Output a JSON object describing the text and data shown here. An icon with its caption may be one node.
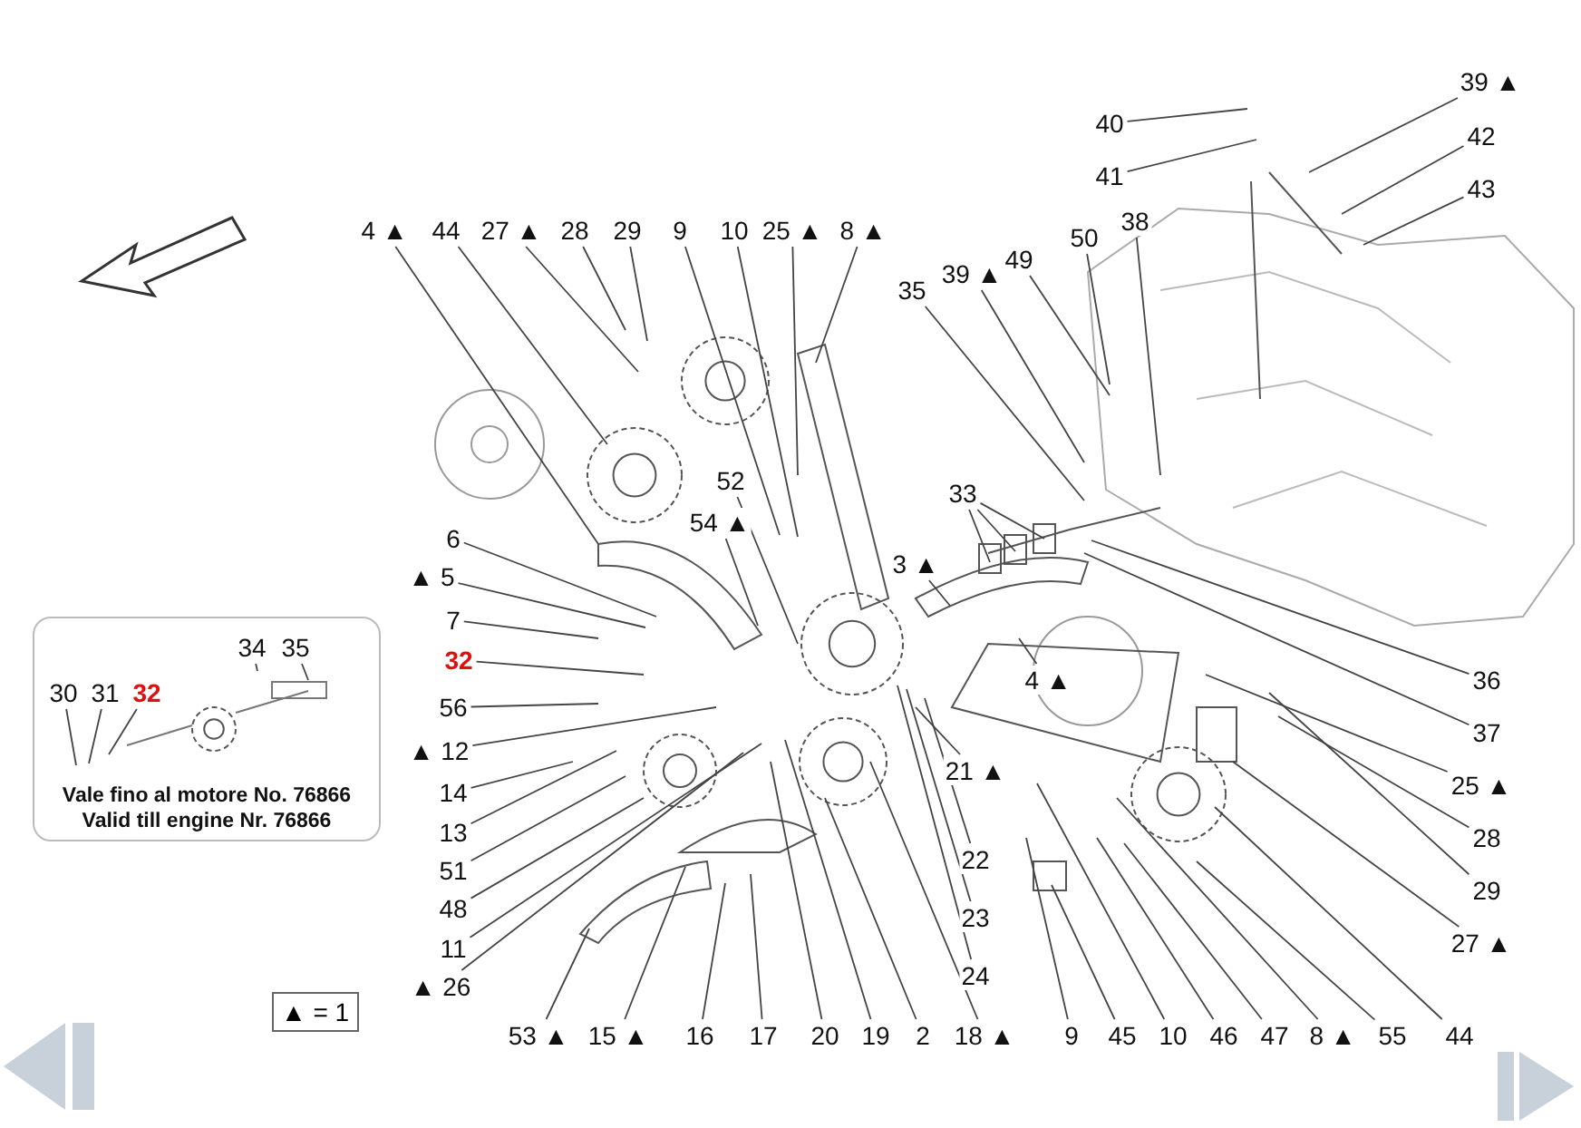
{
  "diagram": {
    "nodes": [
      {
        "text": [
          "39 ▲"
        ]
      },
      {
        "text": [
          "40"
        ]
      },
      {
        "text": [
          "42"
        ]
      },
      {
        "text": [
          "41"
        ]
      },
      {
        "text": [
          "43"
        ]
      },
      {
        "text": [
          "4 ▲"
        ]
      },
      {
        "text": [
          "44"
        ]
      },
      {
        "text": [
          "27 ▲"
        ]
      },
      {
        "text": [
          "28"
        ]
      },
      {
        "text": [
          "29"
        ]
      },
      {
        "text": [
          "9"
        ]
      },
      {
        "text": [
          "10"
        ]
      },
      {
        "text": [
          "25 ▲"
        ]
      },
      {
        "text": [
          "8 ▲"
        ]
      },
      {
        "text": [
          "38"
        ]
      },
      {
        "text": [
          "50"
        ]
      },
      {
        "text": [
          "39 ▲"
        ]
      },
      {
        "text": [
          "49"
        ]
      },
      {
        "text": [
          "35"
        ]
      },
      {
        "text": [
          "52"
        ]
      },
      {
        "text": [
          "33"
        ]
      },
      {
        "text": [
          "54 ▲"
        ]
      },
      {
        "text": [
          "6"
        ]
      },
      {
        "text": [
          "3 ▲"
        ]
      },
      {
        "text": [
          "▲ 5"
        ]
      },
      {
        "text": [
          "Vale fino al motore No. 76866",
          "Valid till engine Nr. 76866"
        ]
      },
      {
        "text": [
          "34"
        ],
        "in": 25
      },
      {
        "text": [
          "35"
        ],
        "in": 25
      },
      {
        "text": [
          "30"
        ],
        "in": 25
      },
      {
        "text": [
          "31"
        ],
        "in": 25
      },
      {
        "text": [
          "32"
        ],
        "in": 25
      },
      {
        "text": [
          "7"
        ]
      },
      {
        "text": [
          "32"
        ]
      },
      {
        "text": [
          "36"
        ]
      },
      {
        "text": [
          "4 ▲"
        ]
      },
      {
        "text": [
          "56"
        ]
      },
      {
        "text": [
          "37"
        ]
      },
      {
        "text": [
          "▲ 12"
        ]
      },
      {
        "text": [
          "21 ▲"
        ]
      },
      {
        "text": [
          "25 ▲"
        ]
      },
      {
        "text": [
          "14"
        ]
      },
      {
        "text": [
          "13"
        ]
      },
      {
        "text": [
          "28"
        ]
      },
      {
        "text": [
          "22"
        ]
      },
      {
        "text": [
          "51"
        ]
      },
      {
        "text": [
          "29"
        ]
      },
      {
        "text": [
          "48"
        ]
      },
      {
        "text": [
          "23"
        ]
      },
      {
        "text": [
          "27 ▲"
        ]
      },
      {
        "text": [
          "11"
        ]
      },
      {
        "text": [
          "24"
        ]
      },
      {
        "text": [
          "▲ 26"
        ]
      },
      {
        "text": [
          "53 ▲"
        ]
      },
      {
        "text": [
          "15 ▲"
        ]
      },
      {
        "text": [
          "16"
        ]
      },
      {
        "text": [
          "17"
        ]
      },
      {
        "text": [
          "20"
        ]
      },
      {
        "text": [
          "19"
        ]
      },
      {
        "text": [
          "2"
        ]
      },
      {
        "text": [
          "18 ▲"
        ]
      },
      {
        "text": [
          "9"
        ]
      },
      {
        "text": [
          "45"
        ]
      },
      {
        "text": [
          "10"
        ]
      },
      {
        "text": [
          "46"
        ]
      },
      {
        "text": [
          "47"
        ]
      },
      {
        "text": [
          "8 ▲"
        ]
      },
      {
        "text": [
          "55"
        ]
      },
      {
        "text": [
          "44"
        ]
      }
    ],
    "edges": [
      {
        "from": 0,
        "to": null,
        "arrow": "none"
      },
      {
        "from": 1,
        "to": null,
        "arrow": "none"
      },
      {
        "from": 2,
        "to": null,
        "arrow": "none"
      },
      {
        "from": 3,
        "to": null,
        "arrow": "none"
      },
      {
        "from": 4,
        "to": null,
        "arrow": "none"
      },
      {
        "from": 5,
        "to": null,
        "arrow": "none"
      },
      {
        "from": 6,
        "to": null,
        "arrow": "none"
      },
      {
        "from": 7,
        "to": null,
        "arrow": "none"
      },
      {
        "from": 8,
        "to": null,
        "arrow": "none"
      },
      {
        "from": 9,
        "to": null,
        "arrow": "none"
      },
      {
        "from": 10,
        "to": null,
        "arrow": "none"
      },
      {
        "from": 11,
        "to": null,
        "arrow": "none"
      },
      {
        "from": 12,
        "to": null,
        "arrow": "none"
      },
      {
        "from": 13,
        "to": null,
        "arrow": "none"
      },
      {
        "from": 14,
        "to": null,
        "arrow": "none"
      },
      {
        "from": 15,
        "to": null,
        "arrow": "none"
      },
      {
        "from": 16,
        "to": null,
        "arrow": "none"
      },
      {
        "from": 17,
        "to": null,
        "arrow": "none"
      },
      {
        "from": 18,
        "to": null,
        "arrow": "none"
      },
      {
        "from": 19,
        "to": null,
        "arrow": "none"
      },
      {
        "from": 20,
        "to": null,
        "arrow": "none"
      },
      {
        "from": 20,
        "to": null,
        "arrow": "none"
      },
      {
        "from": 20,
        "to": null,
        "arrow": "none"
      },
      {
        "from": 21,
        "to": null,
        "arrow": "none"
      },
      {
        "from": 22,
        "to": null,
        "arrow": "none"
      },
      {
        "from": 23,
        "to": null,
        "arrow": "none"
      },
      {
        "from": 24,
        "to": null,
        "arrow": "none"
      },
      {
        "from": 26,
        "to": null,
        "arrow": "none"
      },
      {
        "from": 27,
        "to": null,
        "arrow": "none"
      },
      {
        "from": 28,
        "to": null,
        "arrow": "none"
      },
      {
        "from": 29,
        "to": null,
        "arrow": "none"
      },
      {
        "from": 30,
        "to": null,
        "arrow": "none"
      },
      {
        "from": 31,
        "to": null,
        "arrow": "none"
      },
      {
        "from": 32,
        "to": null,
        "arrow": "none"
      },
      {
        "from": 33,
        "to": null,
        "arrow": "none"
      },
      {
        "from": 34,
        "to": null,
        "arrow": "none"
      },
      {
        "from": 35,
        "to": null,
        "arrow": "none"
      },
      {
        "from": 36,
        "to": null,
        "arrow": "none"
      },
      {
        "from": 37,
        "to": null,
        "arrow": "none"
      },
      {
        "from": 38,
        "to": null,
        "arrow": "none"
      },
      {
        "from": 39,
        "to": null,
        "arrow": "none"
      },
      {
        "from": 40,
        "to": null,
        "arrow": "none"
      },
      {
        "from": 41,
        "to": null,
        "arrow": "none"
      },
      {
        "from": 42,
        "to": null,
        "arrow": "none"
      },
      {
        "from": 43,
        "to": null,
        "arrow": "none"
      },
      {
        "from": 44,
        "to": null,
        "arrow": "none"
      },
      {
        "from": 45,
        "to": null,
        "arrow": "none"
      },
      {
        "from": 46,
        "to": null,
        "arrow": "none"
      },
      {
        "from": 47,
        "to": null,
        "arrow": "none"
      },
      {
        "from": 48,
        "to": null,
        "arrow": "none"
      },
      {
        "from": 49,
        "to": null,
        "arrow": "none"
      },
      {
        "from": 50,
        "to": null,
        "arrow": "none"
      },
      {
        "from": 51,
        "to": null,
        "arrow": "none"
      },
      {
        "from": 52,
        "to": null,
        "arrow": "none"
      },
      {
        "from": 53,
        "to": null,
        "arrow": "none"
      },
      {
        "from": 54,
        "to": null,
        "arrow": "none"
      },
      {
        "from": 55,
        "to": null,
        "arrow": "none"
      },
      {
        "from": 56,
        "to": null,
        "arrow": "none"
      },
      {
        "from": 57,
        "to": null,
        "arrow": "none"
      },
      {
        "from": 58,
        "to": null,
        "arrow": "none"
      },
      {
        "from": 59,
        "to": null,
        "arrow": "none"
      },
      {
        "from": 60,
        "to": null,
        "arrow": "none"
      },
      {
        "from": 61,
        "to": null,
        "arrow": "none"
      },
      {
        "from": 62,
        "to": null,
        "arrow": "none"
      },
      {
        "from": 63,
        "to": null,
        "arrow": "none"
      },
      {
        "from": 64,
        "to": null,
        "arrow": "none"
      },
      {
        "from": 65,
        "to": null,
        "arrow": "none"
      },
      {
        "from": 66,
        "to": null,
        "arrow": "none"
      },
      {
        "from": 67,
        "to": null,
        "arrow": "none"
      }
    ],
    "labels": [
      "▲ = 1"
    ]
  }
}
